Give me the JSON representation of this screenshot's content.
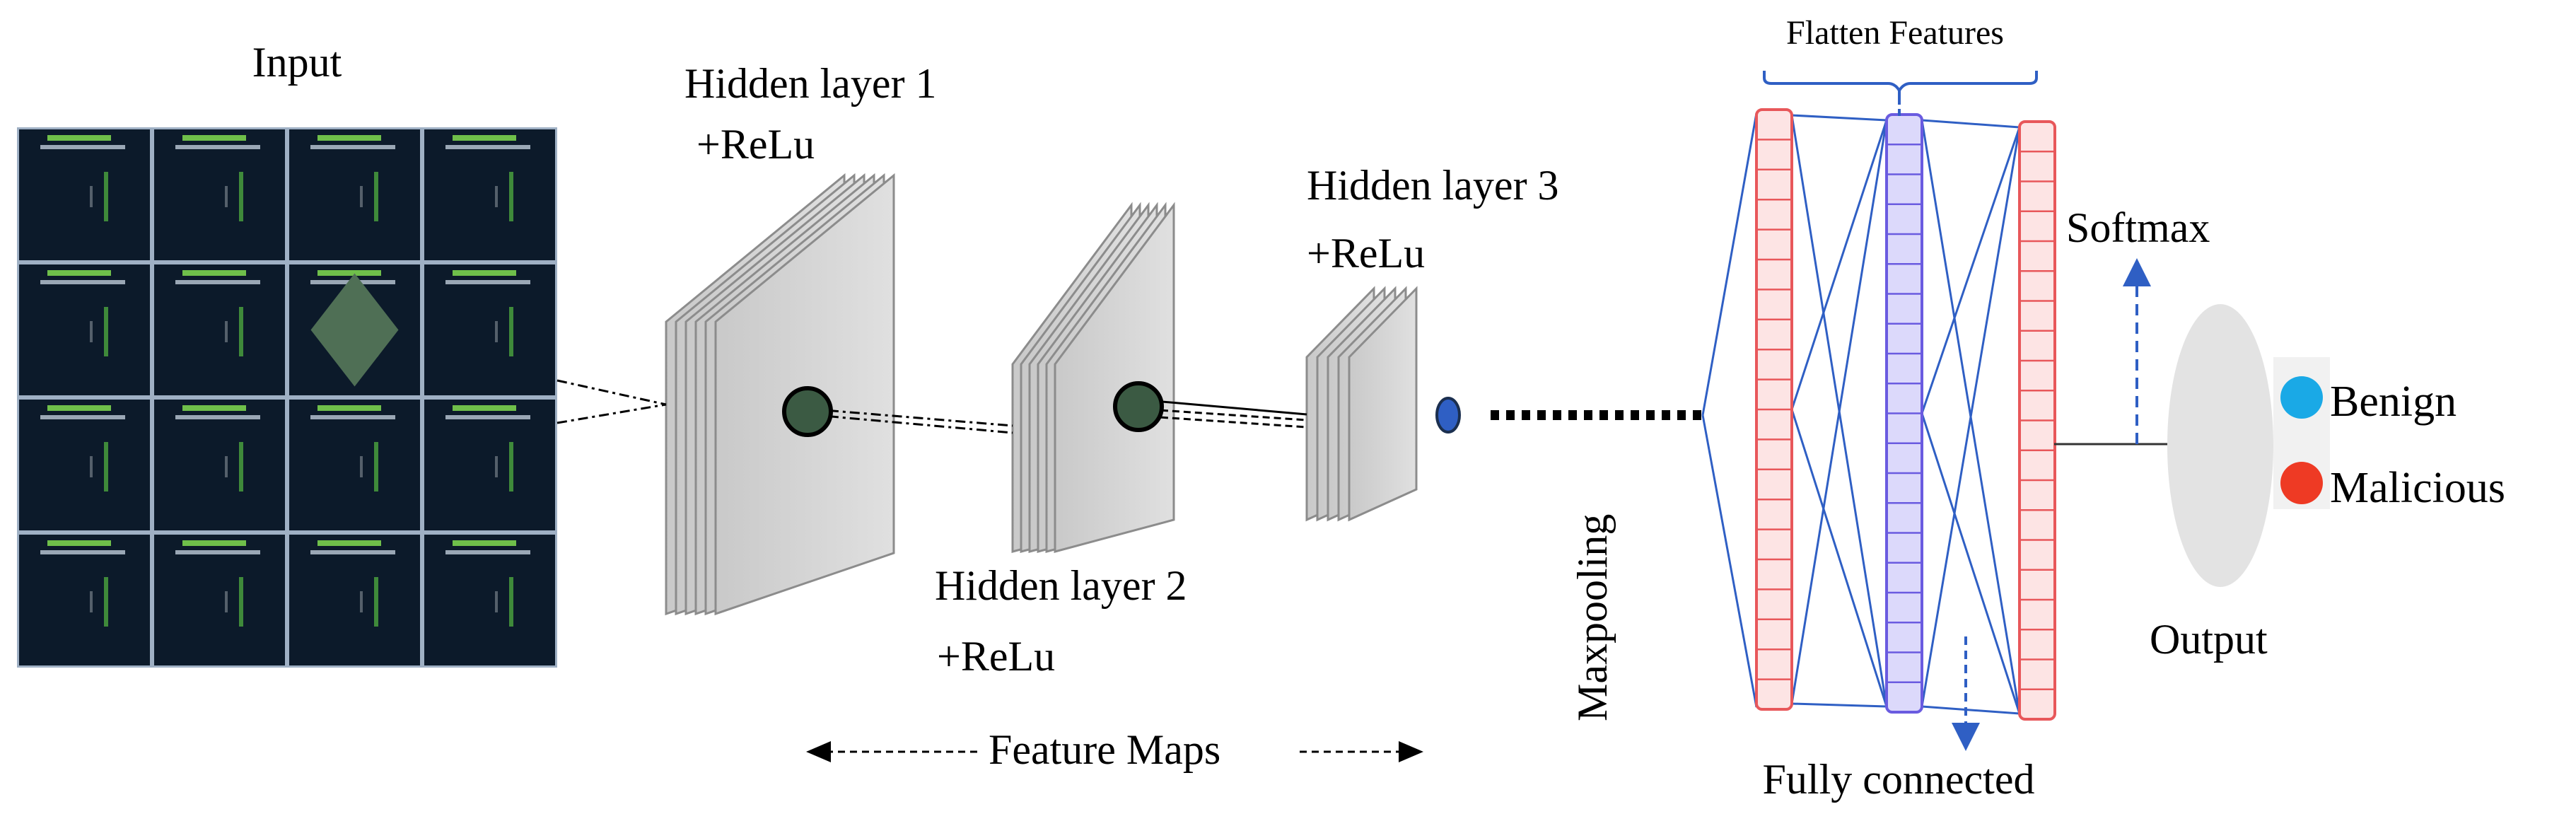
{
  "labels": {
    "input": "Input",
    "hidden1_line1": "Hidden layer 1",
    "hidden1_line2": "+ReLu",
    "hidden2_line1": "Hidden layer 2",
    "hidden2_line2": "+ReLu",
    "hidden3_line1": "Hidden layer 3",
    "hidden3_line2": "+ReLu",
    "feature_maps": "Feature Maps",
    "maxpooling": "Maxpooling",
    "flatten_features": "Flatten Features",
    "fully_connected": "Fully connected",
    "softmax": "Softmax",
    "output": "Output",
    "benign": "Benign",
    "malicious": "Malicious"
  },
  "colors": {
    "connection": "#2f5fc4",
    "layer_red": "#e8575a",
    "layer_red_fill": "#fde4e4",
    "layer_blue": "#6a5be0",
    "layer_blue_fill": "#dcd9fb",
    "benign": "#1aa9e6",
    "malicious": "#ee3a24",
    "input_tile": "#0c1a2a",
    "diamond": "#4f6f55",
    "kernel": "#3b5a43"
  },
  "legend": [
    "Benign",
    "Malicious"
  ]
}
